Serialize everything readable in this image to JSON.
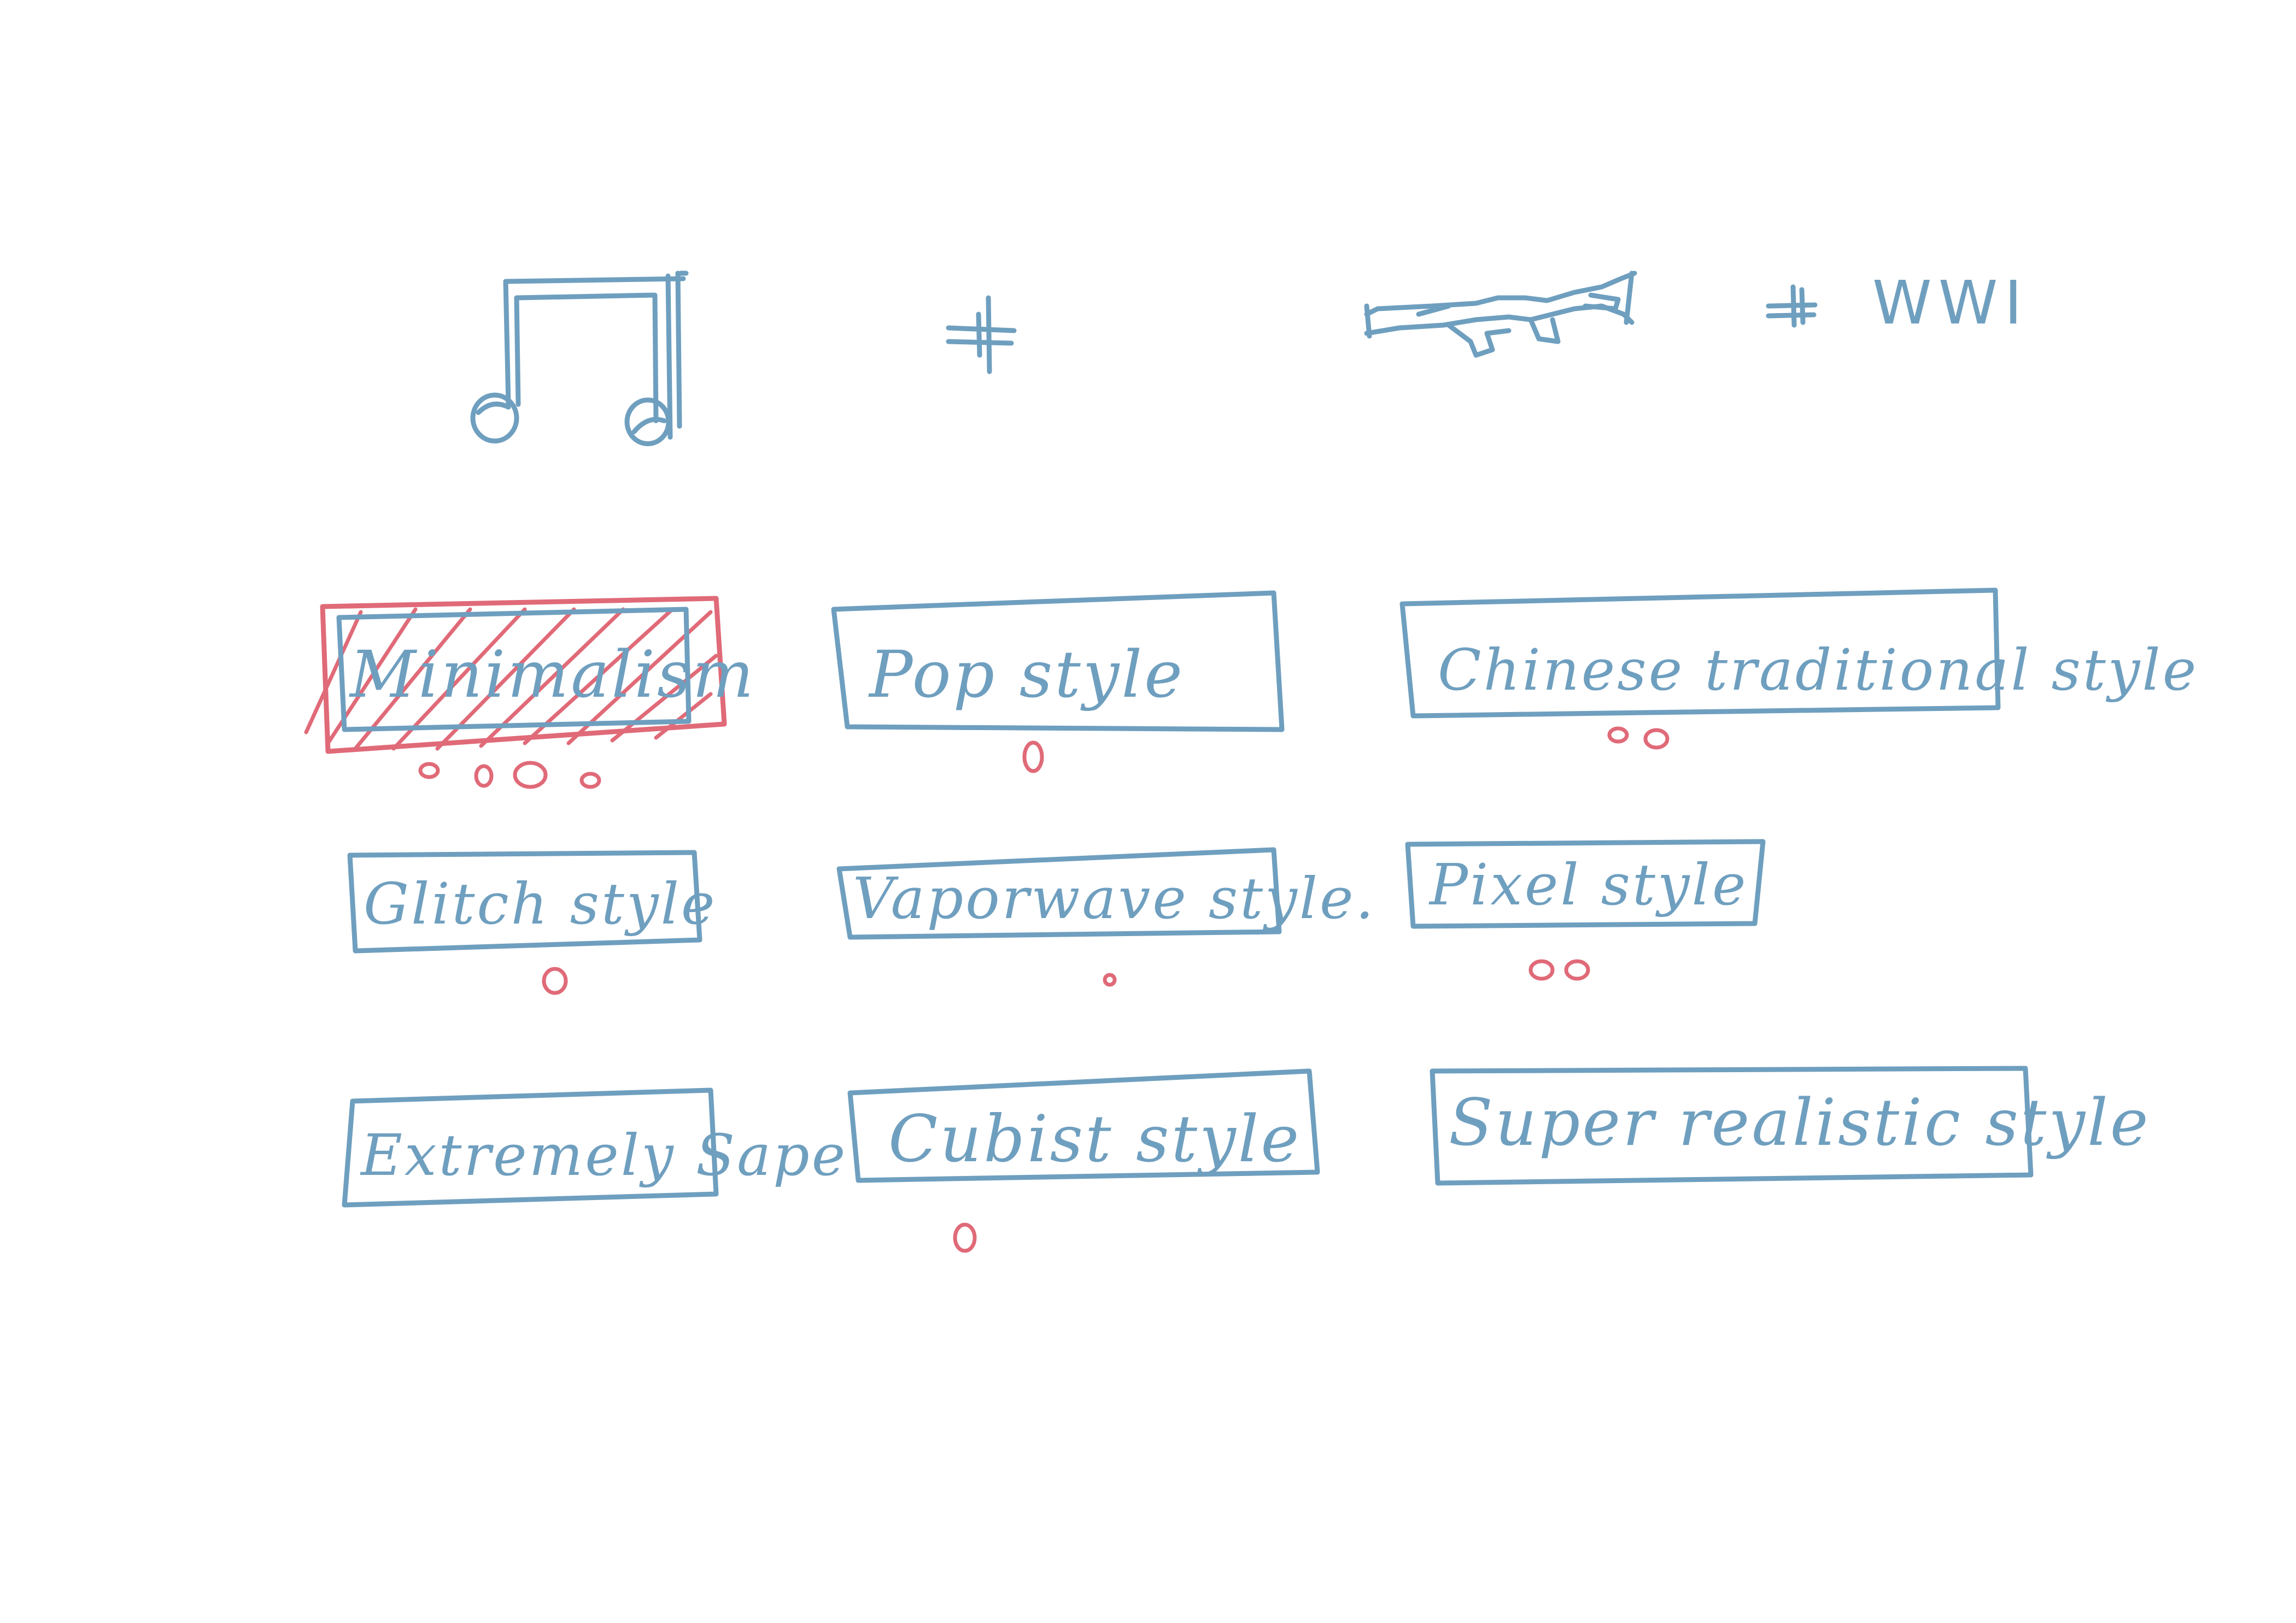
{
  "colors": {
    "ink_blue": "#6f9fbf",
    "ink_red": "#e06a78",
    "background": "#ffffff"
  },
  "header": {
    "symbols": [
      {
        "name": "music-note-icon"
      },
      {
        "name": "plus-icon"
      },
      {
        "name": "rifle-icon"
      },
      {
        "name": "plus-icon"
      }
    ],
    "suffix_text": "WWI"
  },
  "styles": [
    {
      "label": "Minimalism",
      "selected": true,
      "votes": 4
    },
    {
      "label": "Pop style",
      "selected": false,
      "votes": 1
    },
    {
      "label": "Chinese traditional style",
      "selected": false,
      "votes": 2
    },
    {
      "label": "Glitch style",
      "selected": false,
      "votes": 1
    },
    {
      "label": "Vaporwave style.",
      "selected": false,
      "votes": 1
    },
    {
      "label": "Pixel style",
      "selected": false,
      "votes": 2
    },
    {
      "label": "Extremely Sape",
      "selected": false,
      "votes": 0
    },
    {
      "label": "Cubist style",
      "selected": false,
      "votes": 1
    },
    {
      "label": "Super realistic style",
      "selected": false,
      "votes": 0
    }
  ]
}
